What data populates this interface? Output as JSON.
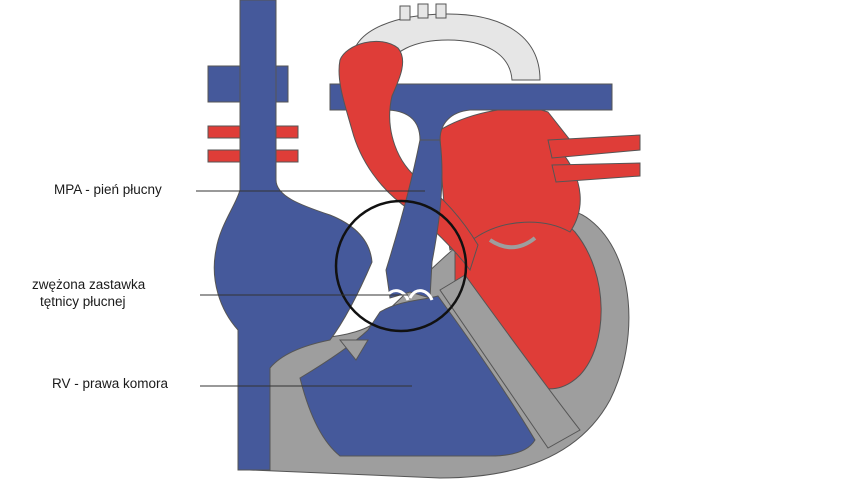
{
  "colors": {
    "deoxygenated_blood": "#45599b",
    "oxygenated_blood": "#df3d38",
    "heart_wall": "#9e9e9e",
    "aorta_arch": "#e6e6e6",
    "outline": "#555555",
    "leader_lines": "#333333",
    "highlight_circle": "#111111"
  },
  "labels": {
    "mpa": "MPA - pień płucny",
    "valve_line1": "zwężona zastawka",
    "valve_line2": "tętnicy płucnej",
    "rv": "RV - prawa komora"
  }
}
